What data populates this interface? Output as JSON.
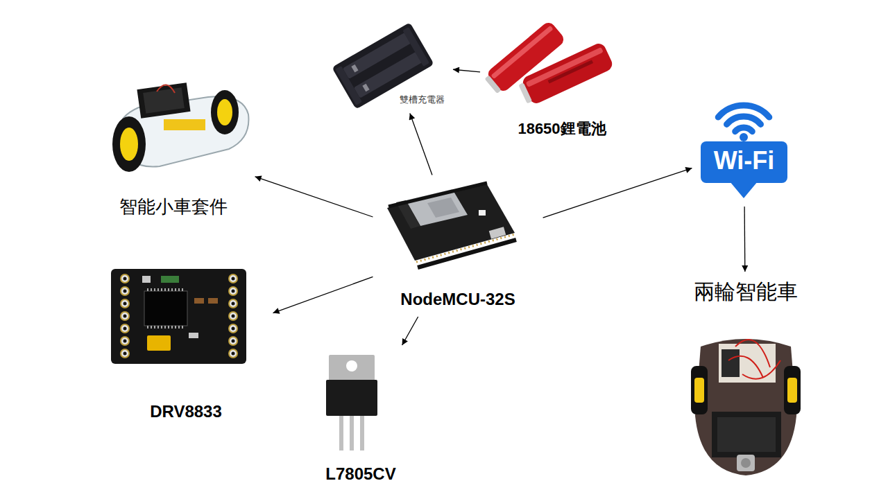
{
  "diagram": {
    "nodes": [
      {
        "text": [
          "雙槽充電器"
        ]
      },
      {
        "text": [
          "18650鋰電池"
        ]
      },
      {
        "text": [
          "智能小車套件"
        ]
      },
      {
        "text": [
          "Wi-Fi"
        ]
      },
      {
        "text": [
          "NodeMCU-32S"
        ]
      },
      {
        "text": [
          "兩輪智能車"
        ]
      },
      {
        "text": [
          "DRV8833"
        ]
      },
      {
        "text": [
          "L7805CV"
        ]
      }
    ],
    "edges": [
      {
        "from": 4,
        "to": 0,
        "arrow": "to"
      },
      {
        "from": 1,
        "to": 0,
        "arrow": "to"
      },
      {
        "from": 4,
        "to": 2,
        "arrow": "to"
      },
      {
        "from": 4,
        "to": 3,
        "arrow": "to"
      },
      {
        "from": 3,
        "to": 5,
        "arrow": "to"
      },
      {
        "from": 4,
        "to": 6,
        "arrow": "to"
      },
      {
        "from": 4,
        "to": 7,
        "arrow": "to"
      }
    ]
  }
}
